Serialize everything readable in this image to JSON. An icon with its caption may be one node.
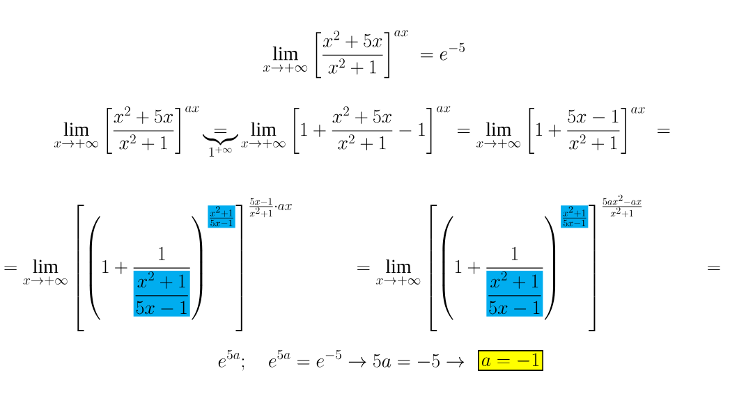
{
  "diagram": {
    "nodes": [
      {
        "text": [
          "a=-1"
        ]
      }
    ],
    "labels": [
      "\\lim_{x\\to+\\infty}\\left[\\frac{x^2+5x}{x^2+1}\\right]^{ax}\\;=e^{-5}",
      "\\lim_{x\\to+\\infty}\\left[\\frac{x^2+5x}{x^2+1}\\right]^{ax}\\underset{1^{+\\infty}}{\\underbrace{=}}\\lim_{x\\to+\\infty}\\left[1+\\frac{x^2+5x}{x^2+1}-1\\right]^{ax}=\\lim_{x\\to+\\infty}\\left[1+\\frac{5x-1}{x^2+1}\\right]^{ax}\\;=",
      "=\\lim_{x\\to+\\infty}\\left[\\left(1+\\frac{1}{\\colorbox{cyan}{$\\displaystyle\\frac{x^2+1}{5x-1}$}}\\right)^{\\colorbox{cyan}{$\\scriptstyle\\frac{x^2+1}{5x-1}$}}\\right]^{\\frac{5x-1}{x^2+1}\\cdot ax}\\qquad\\quad=\\lim_{x\\to+\\infty}\\left[\\left(1+\\frac{1}{\\colorbox{cyan}{$\\displaystyle\\frac{x^2+1}{5x-1}$}}\\right)^{\\colorbox{cyan}{$\\scriptstyle\\frac{x^2+1}{5x-1}$}}\\right]^{\\frac{5ax^2-ax}{x^2+1}}\\qquad\\quad=",
      "e^{5a};\\quad e^{5a}=e^{-5}\\to 5a=-5\\to"
    ]
  }
}
